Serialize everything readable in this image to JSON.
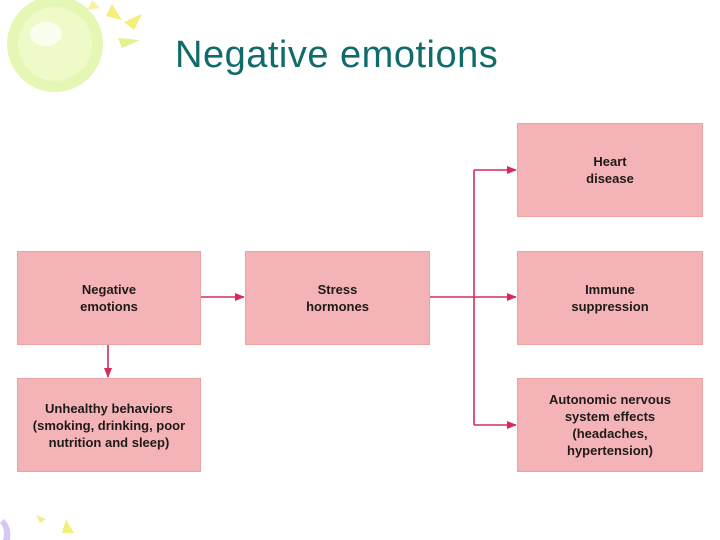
{
  "slide": {
    "title": "Negative emotions"
  },
  "diagram": {
    "nodes": {
      "negative_emotions": "Negative\nemotions",
      "unhealthy_behaviors": "Unhealthy behaviors\n(smoking, drinking, poor\nnutrition and sleep)",
      "stress_hormones": "Stress\nhormones",
      "heart_disease": "Heart\ndisease",
      "immune_suppression": "Immune\nsuppression",
      "autonomic_effects": "Autonomic nervous\nsystem effects\n(headaches,\nhypertension)"
    }
  },
  "colors": {
    "box_fill": "#f4b4b7",
    "arrow": "#d62c5c",
    "title": "#116b6b",
    "sun_decoration": "#c7ef7a"
  },
  "decorations": {
    "top_left": "sun-icon",
    "bottom_left": "accent-shapes-icon"
  }
}
